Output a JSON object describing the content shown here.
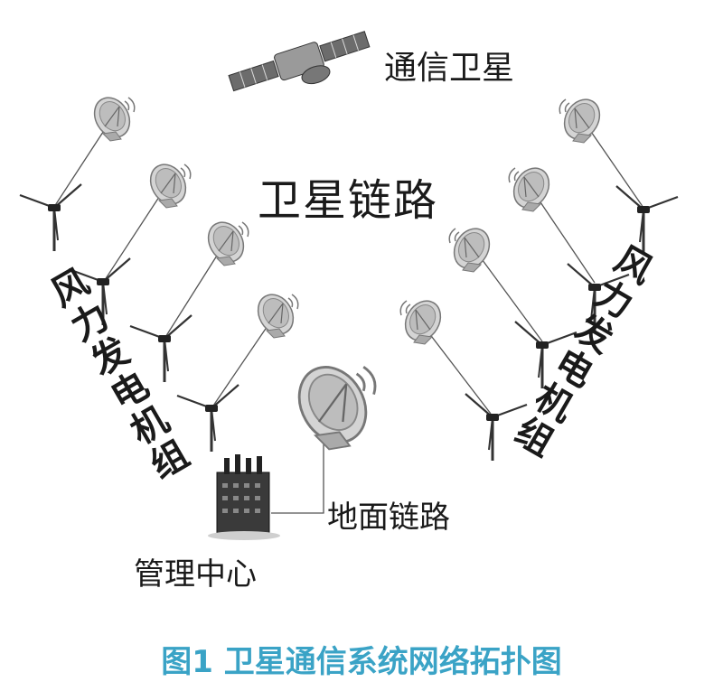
{
  "labels": {
    "satellite": "通信卫星",
    "satellite_link": "卫星链路",
    "ground_link": "地面链路",
    "management_center": "管理中心",
    "wind_turbines_left": "风力发电机组",
    "wind_turbines_right": "风力发电机组"
  },
  "caption": "图1 卫星通信系统网络拓扑图",
  "colors": {
    "caption": "#3aa3c6",
    "line": "#555555",
    "dish": "#bdbdbd"
  },
  "icons": {
    "satellite": "satellite-icon",
    "dish": "satellite-dish-icon",
    "turbine": "wind-turbine-icon",
    "building": "factory-building-icon"
  }
}
